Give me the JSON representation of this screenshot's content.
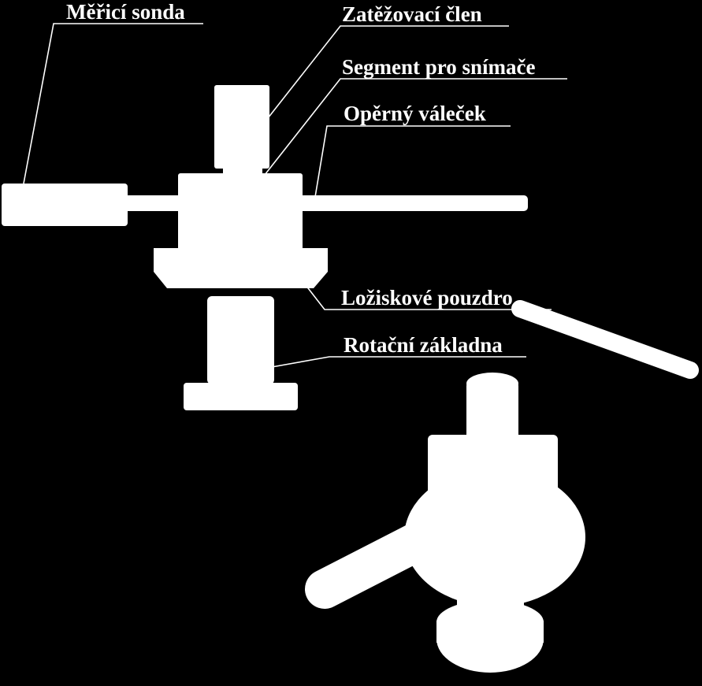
{
  "labels": {
    "measuring_probe": "Měřicí sonda",
    "loading_member": "Zatěžovací člen",
    "sensor_segment": "Segment pro snímače",
    "support_roller": "Opěrný váleček",
    "bearing_housing": "Ložiskové pouzdro",
    "rotary_base": "Rotační základna"
  },
  "colors": {
    "background": "#000000",
    "foreground": "#ffffff"
  }
}
